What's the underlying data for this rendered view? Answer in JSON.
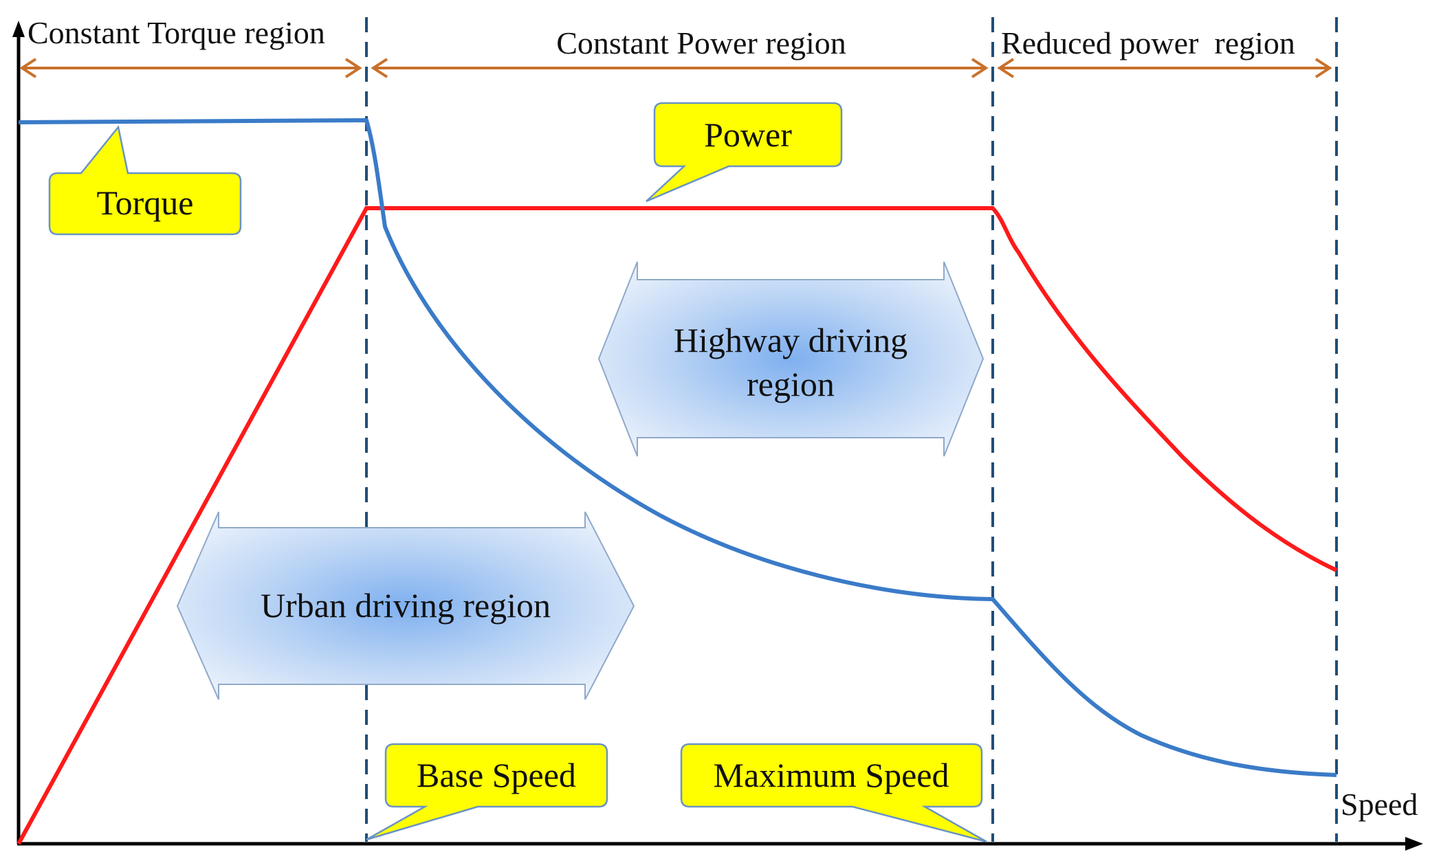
{
  "regions": {
    "constant_torque": "Constant Torque region",
    "constant_power": "Constant Power region",
    "reduced_power": "Reduced power  region"
  },
  "callouts": {
    "torque": "Torque",
    "power": "Power",
    "base_speed": "Base Speed",
    "maximum_speed": "Maximum Speed"
  },
  "driving_regions": {
    "urban": "Urban driving region",
    "highway_line1": "Highway driving",
    "highway_line2": "region"
  },
  "axes": {
    "x_label": "Speed"
  },
  "colors": {
    "torque_curve": "#3a7bc8",
    "power_curve": "#ff1a1a",
    "region_arrow": "#c8702a",
    "divider": "#1f4e79",
    "callout_fill": "#ffff00",
    "callout_stroke": "#6a93c4"
  }
}
